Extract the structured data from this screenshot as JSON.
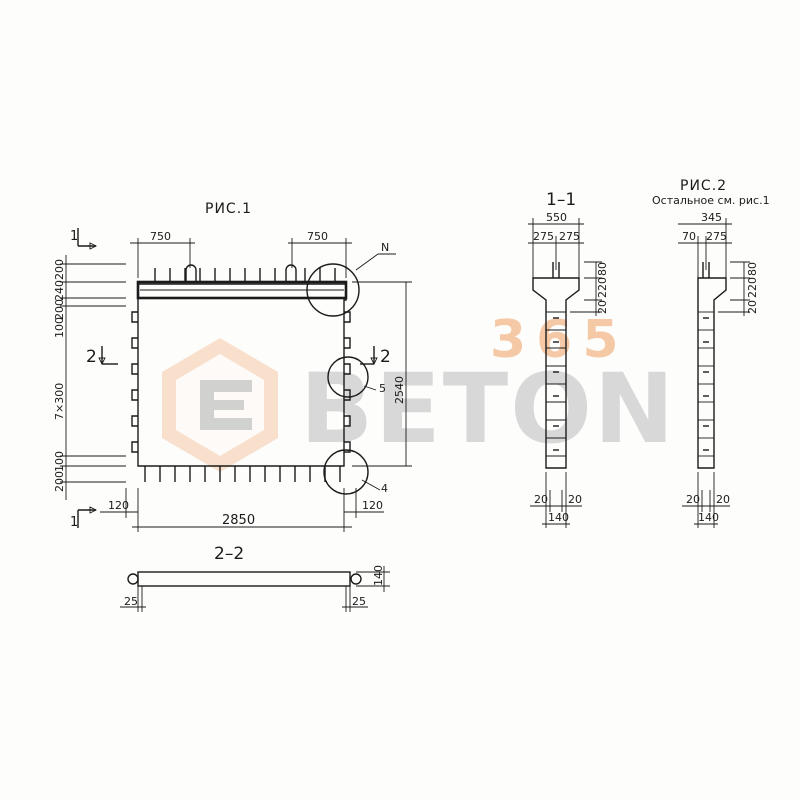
{
  "watermark": {
    "number": "365",
    "brand": "BETON",
    "logo_colors": {
      "orange": "#f6c9a6",
      "grey": "#c9c9c9"
    }
  },
  "fig1": {
    "title": "РИС.1",
    "dim_top_left": "750",
    "dim_top_right": "750",
    "label_n": "N",
    "left_dims": [
      "200",
      "240",
      "200",
      "100",
      "7×300",
      "100",
      "200"
    ],
    "right_dim": "2540",
    "section_mark_1": "1",
    "section_mark_2": "2",
    "callout_5": "5",
    "callout_4": "4",
    "dim_bottom_left": "120",
    "dim_bottom_right": "120",
    "dim_width": "2850"
  },
  "section22": {
    "title": "2–2",
    "dim_left": "25",
    "dim_right": "25",
    "dim_height": "140"
  },
  "section11": {
    "title": "1–1",
    "dim_total": "550",
    "dim_half_left": "275",
    "dim_half_right": "275",
    "right_dims": [
      "80",
      "220",
      "20"
    ],
    "bottom_left": "20",
    "bottom_right": "20",
    "bottom_width": "140"
  },
  "fig2": {
    "title": "РИС.2",
    "subtitle": "Остальное см. рис.1",
    "dim_total": "345",
    "dim_left": "70",
    "dim_right": "275",
    "right_dims": [
      "80",
      "220",
      "20"
    ],
    "bottom_left": "20",
    "bottom_right": "20",
    "bottom_width": "140"
  }
}
